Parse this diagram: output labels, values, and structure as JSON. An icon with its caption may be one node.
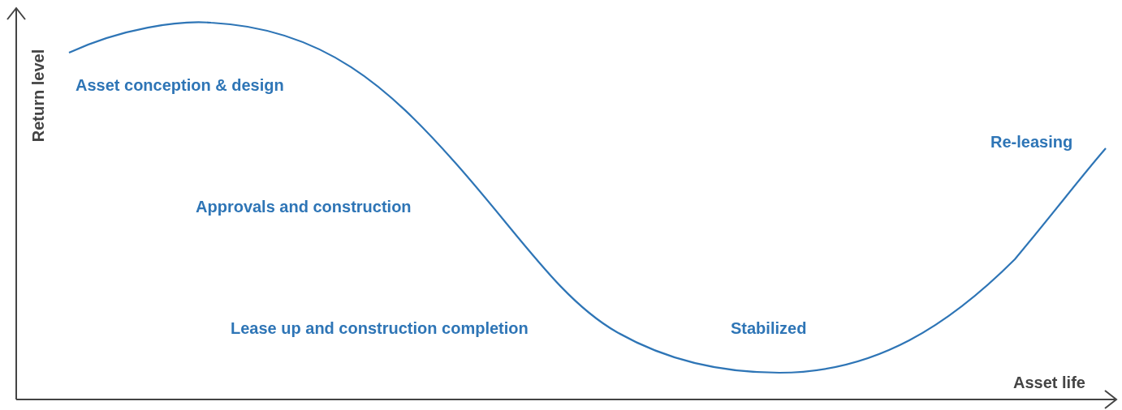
{
  "diagram": {
    "labels": [
      "Return level",
      "Asset conception & design",
      "Re-leasing",
      "Approvals and construction",
      "Lease up and construction completion",
      "Stabilized",
      "Asset life"
    ]
  }
}
